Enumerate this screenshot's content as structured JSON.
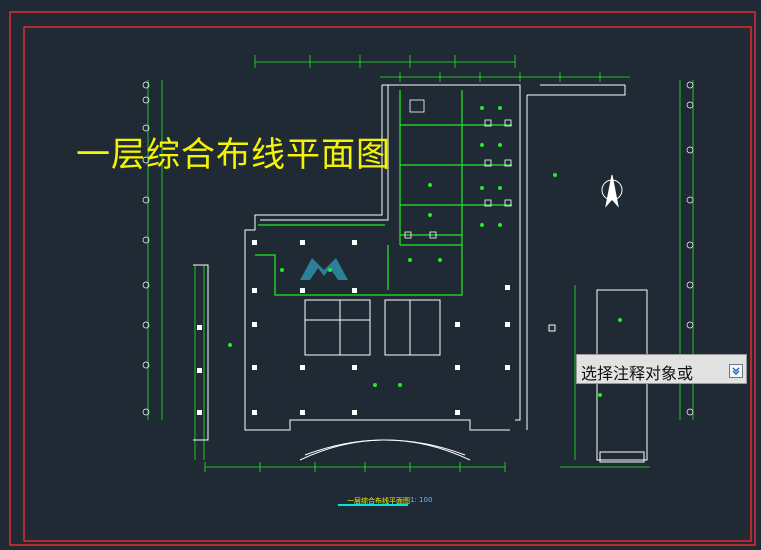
{
  "drawing": {
    "overlay_title": "一层综合布线平面图",
    "title_block_text": "一层综合布线平面图",
    "scale_text": "1: 100"
  },
  "tooltip": {
    "text": "选择注释对象或",
    "button_icon": "expand-down-icon"
  },
  "colors": {
    "background": "#1f2a35",
    "frame": "#ff2d2d",
    "walls": "#ffffff",
    "wiring": "#22ee22",
    "overlay_title": "#f4f400",
    "scale": "#62b8ff"
  }
}
